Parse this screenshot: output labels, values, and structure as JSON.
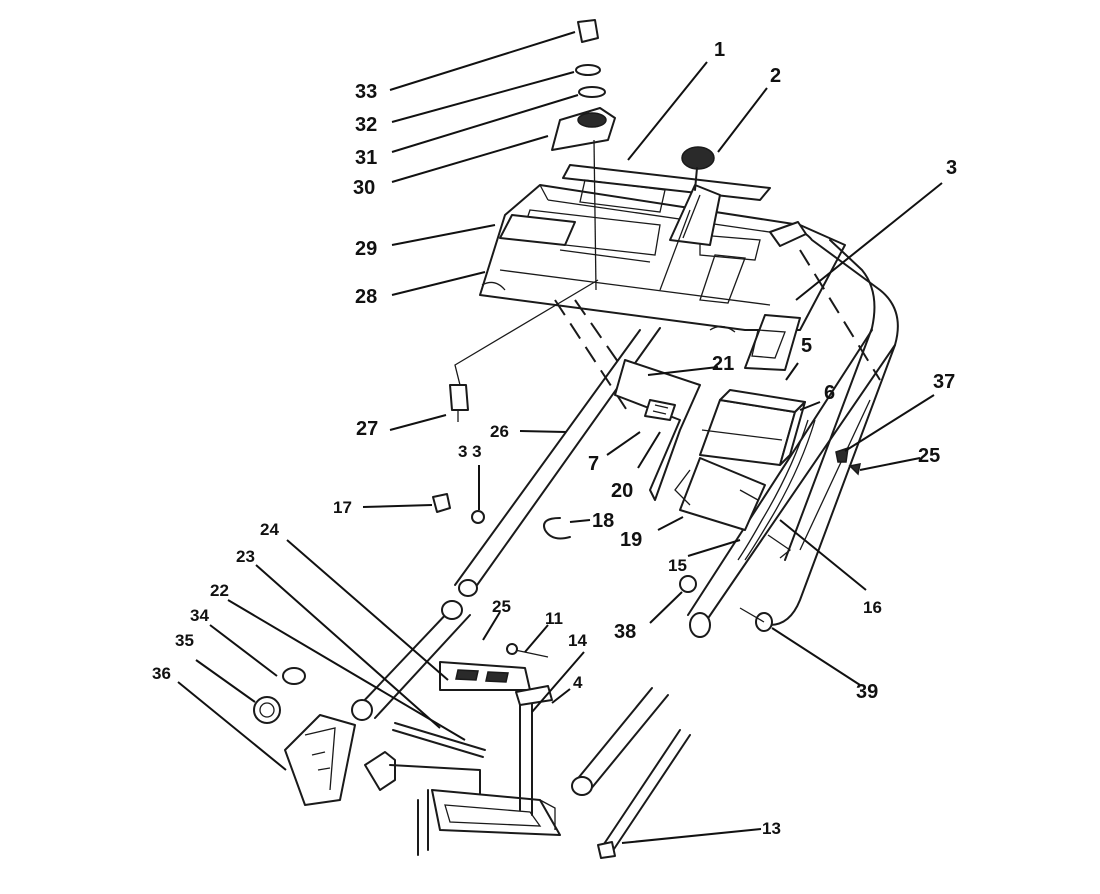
{
  "diagram": {
    "callouts": {
      "c1": "1",
      "c2": "2",
      "c3": "3",
      "c4": "4",
      "c5": "5",
      "c6": "6",
      "c7": "7",
      "c11": "11",
      "c13": "13",
      "c14": "14",
      "c15": "15",
      "c16": "16",
      "c17": "17",
      "c18": "18",
      "c19": "19",
      "c20": "20",
      "c21": "21",
      "c22": "22",
      "c23": "23",
      "c24": "24",
      "c25a": "25",
      "c25b": "25",
      "c26": "26",
      "c27": "27",
      "c28": "28",
      "c29": "29",
      "c30": "30",
      "c31": "31",
      "c32": "32",
      "c33a": "33",
      "c33b": "3 3",
      "c34": "34",
      "c35": "35",
      "c36": "36",
      "c37": "37",
      "c38": "38",
      "c39": "39"
    }
  }
}
